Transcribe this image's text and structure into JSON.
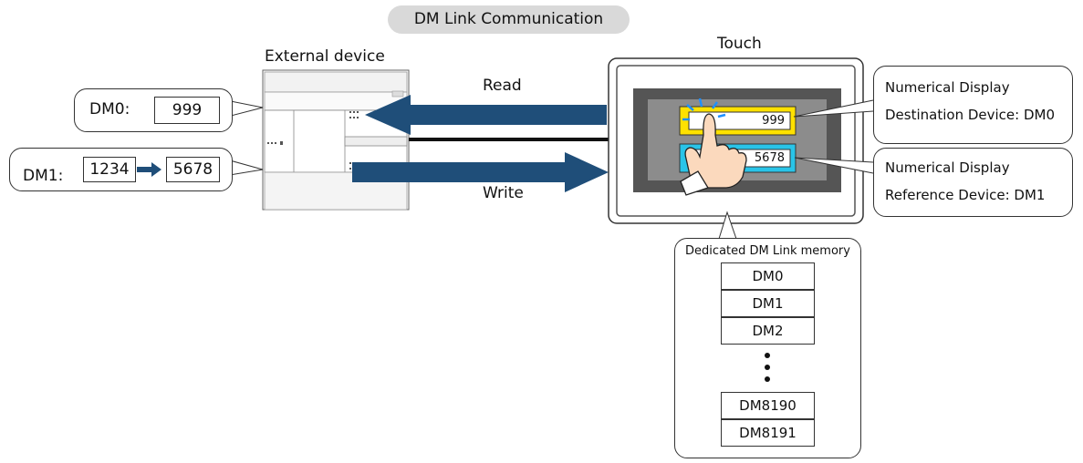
{
  "title": "DM Link Communication",
  "external": {
    "label": "External device",
    "dm0_label": "DM0:",
    "dm0_value": "999",
    "dm1_label": "DM1:",
    "dm1_old": "1234",
    "dm1_new": "5678"
  },
  "arrows": {
    "read": "Read",
    "write": "Write"
  },
  "touch": {
    "label": "Touch",
    "display1_value": "999",
    "display2_value": "5678"
  },
  "callouts": {
    "top_line1": "Numerical Display",
    "top_line2": "Destination Device: DM0",
    "bottom_line1": "Numerical Display",
    "bottom_line2": "Reference Device: DM1"
  },
  "memory": {
    "title": "Dedicated DM Link memory",
    "cells": [
      "DM0",
      "DM1",
      "DM2"
    ],
    "tail_cells": [
      "DM8190",
      "DM8191"
    ]
  },
  "colors": {
    "arrow": "#1f4e79",
    "highlight_yellow": "#ffe100",
    "highlight_cyan": "#29c4e8",
    "screen_dark": "#555555",
    "screen_light": "#8c8c8c"
  }
}
